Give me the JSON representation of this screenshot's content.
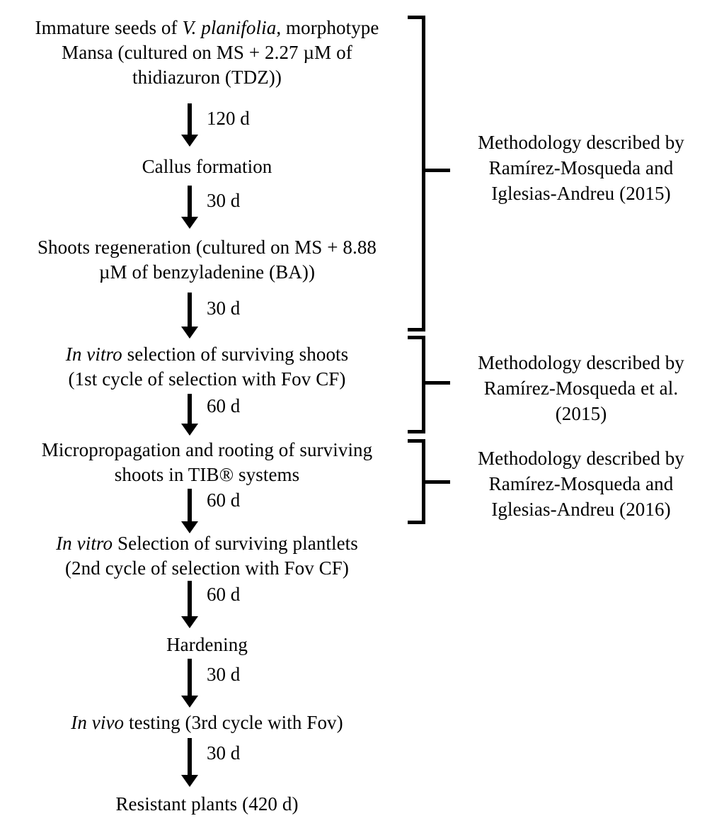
{
  "diagram": {
    "title": "In vitro selection protocol flowchart for Vanilla planifolia resistant plants",
    "nodes": [
      {
        "id": "immature-seeds",
        "lines": [
          {
            "pre": "Immature seeds of ",
            "italic": "V. planifolia",
            "post": ", morphotype"
          },
          {
            "pre": "Mansa (cultured on MS + 2.27 µM of",
            "italic": "",
            "post": ""
          },
          {
            "pre": "thidiazuron (TDZ))",
            "italic": "",
            "post": ""
          }
        ]
      },
      {
        "id": "callus-formation",
        "lines": [
          {
            "pre": "Callus formation",
            "italic": "",
            "post": ""
          }
        ]
      },
      {
        "id": "shoots-regeneration",
        "lines": [
          {
            "pre": "Shoots regeneration (cultured on MS + 8.88",
            "italic": "",
            "post": ""
          },
          {
            "pre": "µM of benzyladenine (BA))",
            "italic": "",
            "post": ""
          }
        ]
      },
      {
        "id": "in-vitro-selection-shoots",
        "lines": [
          {
            "pre": "",
            "italic": "In vitro",
            "post": " selection of surviving shoots"
          },
          {
            "pre": "(1st cycle of selection with Fov CF)",
            "italic": "",
            "post": ""
          }
        ]
      },
      {
        "id": "micropropagation-rooting",
        "lines": [
          {
            "pre": "Micropropagation and rooting of surviving",
            "italic": "",
            "post": ""
          },
          {
            "pre": "shoots in TIB® systems",
            "italic": "",
            "post": ""
          }
        ]
      },
      {
        "id": "in-vitro-selection-plantlets",
        "lines": [
          {
            "pre": "",
            "italic": "In vitro",
            "post": " Selection of surviving plantlets"
          },
          {
            "pre": "(2nd cycle of selection with Fov CF)",
            "italic": "",
            "post": ""
          }
        ]
      },
      {
        "id": "hardening",
        "lines": [
          {
            "pre": "Hardening",
            "italic": "",
            "post": ""
          }
        ]
      },
      {
        "id": "in-vivo-testing",
        "lines": [
          {
            "pre": "",
            "italic": "In vivo",
            "post": " testing (3rd cycle with Fov)"
          }
        ]
      },
      {
        "id": "resistant-plants",
        "lines": [
          {
            "pre": "Resistant plants (420 d)",
            "italic": "",
            "post": ""
          }
        ]
      }
    ],
    "arrows": [
      {
        "id": "arrow-1",
        "duration": "120 d"
      },
      {
        "id": "arrow-2",
        "duration": "30 d"
      },
      {
        "id": "arrow-3",
        "duration": "30 d"
      },
      {
        "id": "arrow-4",
        "duration": "60 d"
      },
      {
        "id": "arrow-5",
        "duration": "60 d"
      },
      {
        "id": "arrow-6",
        "duration": "60 d"
      },
      {
        "id": "arrow-7",
        "duration": "30 d"
      },
      {
        "id": "arrow-8",
        "duration": "30 d"
      }
    ],
    "annotations": [
      {
        "id": "note-1",
        "lines": [
          "Methodology described by",
          "Ramírez-Mosqueda and",
          "Iglesias-Andreu (2015)"
        ]
      },
      {
        "id": "note-2",
        "lines": [
          "Methodology described by",
          "Ramírez-Mosqueda et al.",
          "(2015)"
        ]
      },
      {
        "id": "note-3",
        "lines": [
          "Methodology described by",
          "Ramírez-Mosqueda and",
          "Iglesias-Andreu (2016)"
        ]
      }
    ],
    "colors": {
      "ink": "#000000",
      "background": "#ffffff"
    }
  }
}
